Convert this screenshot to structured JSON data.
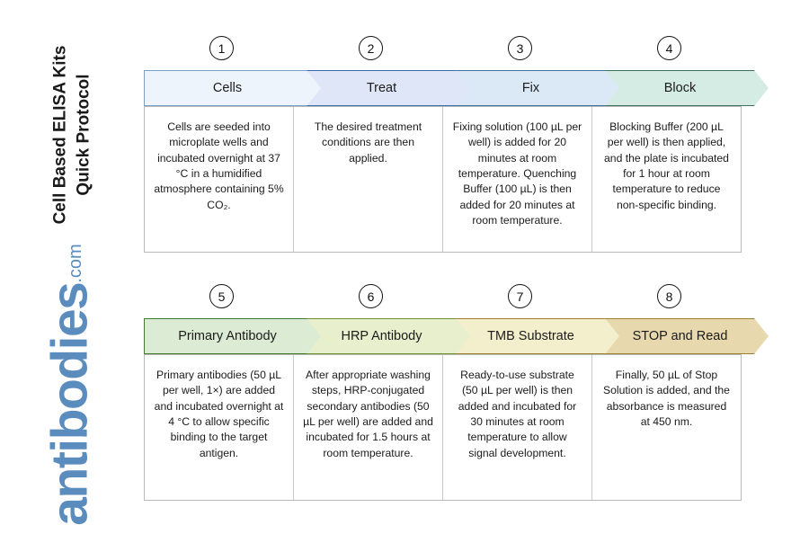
{
  "title": {
    "line1": "Cell Based ELISA Kits",
    "line2": "Quick Protocol"
  },
  "brand": {
    "word": "antibodies",
    "tld": ".com",
    "color": "#5b8cbe"
  },
  "flow": {
    "rows": [
      {
        "steps": [
          {
            "number": "1",
            "label": "Cells",
            "text": "Cells are seeded into microplate wells and incubated overnight at 37 °C in a humidified atmosphere containing 5% CO₂.",
            "fill": "#eef4fb",
            "stroke": "#7c9fc4"
          },
          {
            "number": "2",
            "label": "Treat",
            "text": "The desired treatment conditions are then applied.",
            "fill": "#dee6f7",
            "stroke": "#3d6ba5"
          },
          {
            "number": "3",
            "label": "Fix",
            "text": "Fixing solution (100 µL per well) is added for 20 minutes at room temperature. Quenching Buffer (100 µL) is then added for 20 minutes at room temperature.",
            "fill": "#dbe9f7",
            "stroke": "#3f6e9c"
          },
          {
            "number": "4",
            "label": "Block",
            "text": "Blocking Buffer (200 µL per well) is then applied, and the plate is incubated for 1 hour at room temperature to reduce non-specific binding.",
            "fill": "#d5ece4",
            "stroke": "#3f6f63"
          }
        ]
      },
      {
        "steps": [
          {
            "number": "5",
            "label": "Primary Antibody",
            "text": "Primary antibodies (50 µL per well, 1×) are added and incubated overnight at 4 °C to allow specific binding to the target antigen.",
            "fill": "#dcecd4",
            "stroke": "#3f7a2e"
          },
          {
            "number": "6",
            "label": "HRP Antibody",
            "text": "After appropriate washing steps, HRP-conjugated secondary antibodies (50 µL per well) are added and incubated for 1.5 hours at room temperature.",
            "fill": "#e8efcd",
            "stroke": "#6f8f2c"
          },
          {
            "number": "7",
            "label": "TMB Substrate",
            "text": "Ready-to-use substrate (50 µL per well) is then added and incubated for 30 minutes at room temperature to allow signal development.",
            "fill": "#f3eecb",
            "stroke": "#9c7f2a"
          },
          {
            "number": "8",
            "label": "STOP and Read",
            "text": "Finally, 50 µL of Stop Solution is added, and the absorbance is measured at 450 nm.",
            "fill": "#e8d8ae",
            "stroke": "#9c7f2a"
          }
        ]
      }
    ]
  }
}
